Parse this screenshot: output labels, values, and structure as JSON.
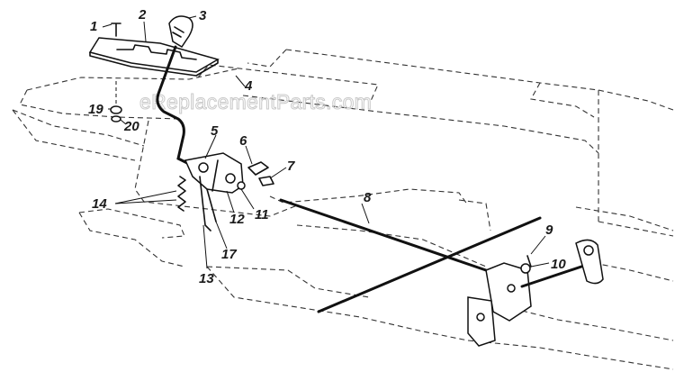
{
  "watermark": "eReplacementParts.com",
  "callouts": [
    "1",
    "2",
    "3",
    "4",
    "5",
    "6",
    "7",
    "8",
    "9",
    "10",
    "11",
    "12",
    "13",
    "14",
    "17",
    "19",
    "20"
  ]
}
